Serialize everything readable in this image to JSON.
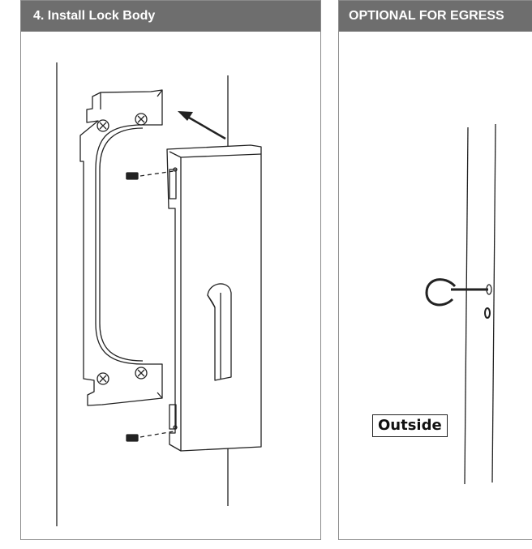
{
  "panels": [
    {
      "title": "4.  Install Lock Body",
      "illustration": "lock-body-installation"
    },
    {
      "title": "OPTIONAL FOR EGRESS",
      "illustration": "door-hook-egress",
      "label": "Outside"
    }
  ],
  "colors": {
    "header_bg": "#6e6e6e",
    "header_text": "#ffffff",
    "line": "#222222",
    "panel_border": "#8a8a8a"
  }
}
